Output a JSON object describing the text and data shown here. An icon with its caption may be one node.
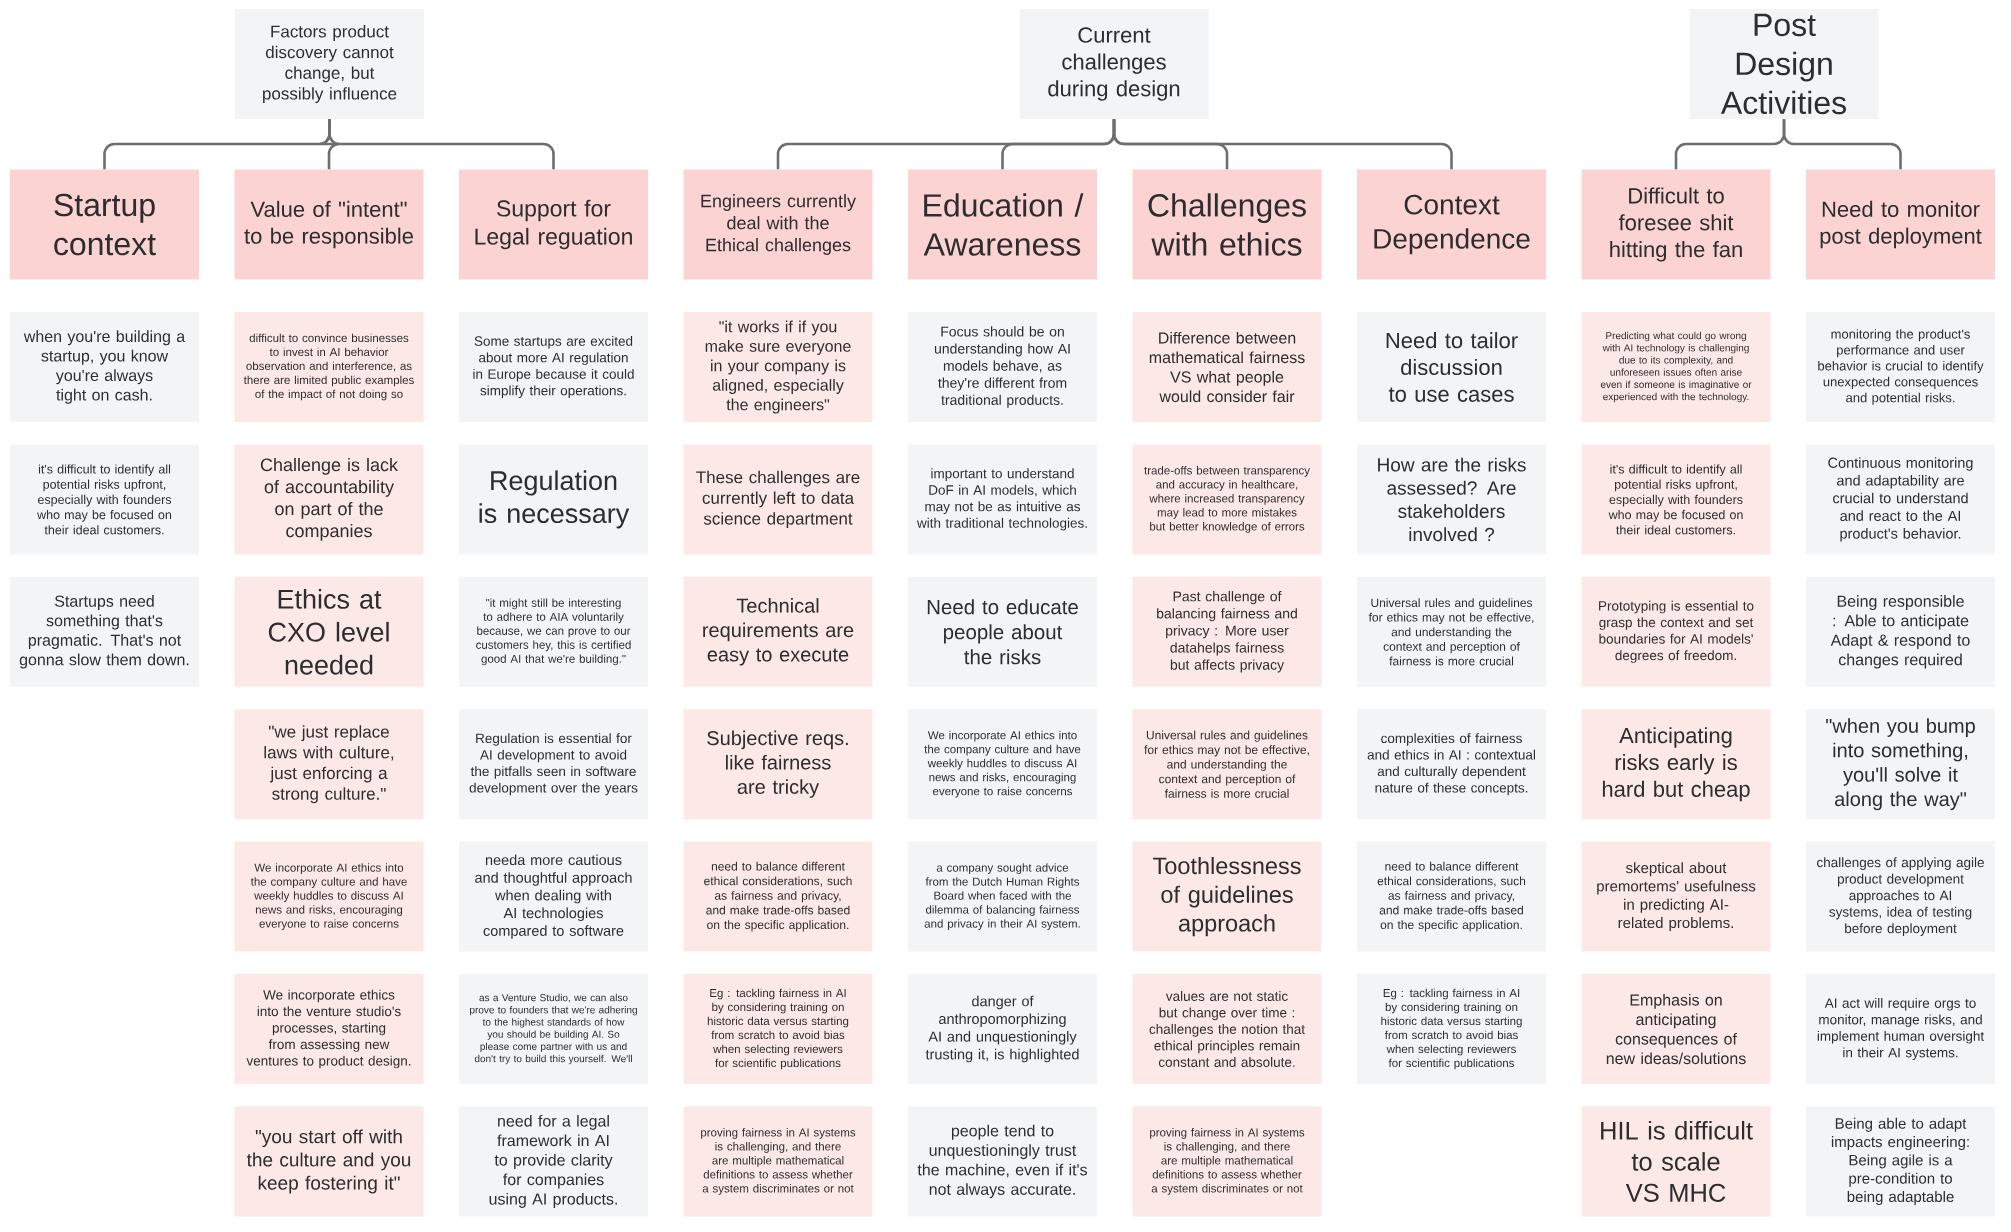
{
  "diagram": {
    "nodes": [
      {
        "text": [
          "Factors product discovery cannot change, but possibly influence"
        ]
      },
      {
        "text": [
          "Current challenges during design"
        ]
      },
      {
        "text": [
          "Post Design Activities"
        ]
      },
      {
        "text": [
          "Startup context"
        ]
      },
      {
        "text": [
          "Value of \"intent\" to be responsible"
        ]
      },
      {
        "text": [
          "Support for Legal reguation"
        ]
      },
      {
        "text": [
          "Engineers currently deal with the Ethical challenges"
        ]
      },
      {
        "text": [
          "Education / Awareness"
        ]
      },
      {
        "text": [
          "Challenges with ethics"
        ]
      },
      {
        "text": [
          "Context Dependence"
        ]
      },
      {
        "text": [
          "Difficult to foresee shit hitting the fan"
        ]
      },
      {
        "text": [
          "Need to monitor post deployment"
        ]
      },
      {
        "text": [
          "when you're building a startup, you know you're always tight on cash."
        ]
      },
      {
        "text": [
          "it's difficult to identify all potential risks upfront, especially with founders who may be focused on their ideal customers."
        ]
      },
      {
        "text": [
          "Startups need something that's pragmatic. That's not gonna slow them down."
        ]
      },
      {
        "text": [
          "difficult to convince businesses to invest in AI behavior observation and interference, as there are limited public examples of the impact of not doing so"
        ]
      },
      {
        "text": [
          "Challenge is lack of accountability on part of the companies"
        ]
      },
      {
        "text": [
          "Ethics at CXO level needed"
        ]
      },
      {
        "text": [
          "\"we just replace laws with culture, just enforcing a strong culture.\""
        ]
      },
      {
        "text": [
          "We incorporate AI ethics into the company culture and have weekly huddles to discuss AI news and risks, encouraging everyone to raise concerns"
        ]
      },
      {
        "text": [
          "We incorporate ethics into the venture studio's processes, starting from assessing new ventures to product design."
        ]
      },
      {
        "text": [
          "\"you start off with the culture and you keep fostering it\""
        ]
      },
      {
        "text": [
          "Some startups are excited about more AI regulation in Europe because it could simplify their operations."
        ]
      },
      {
        "text": [
          "Regulation is necessary"
        ]
      },
      {
        "text": [
          "\"it might still be interesting to adhere to AIA voluntarily because, we can prove to our customers hey, this is certified good AI that we're building.\""
        ]
      },
      {
        "text": [
          "Regulation is essential for AI development to avoid the pitfalls seen in software development over the years"
        ]
      },
      {
        "text": [
          "needa more cautious and thoughtful approach when dealing with AI technologies compared to software"
        ]
      },
      {
        "text": [
          "as a Venture Studio, we can also prove to founders that we're adhering to the highest standards of how you should be building AI. So please come partner with us and don't try to build this yourself. We'll"
        ]
      },
      {
        "text": [
          "need for a legal framework in AI to provide clarity for companies using AI products."
        ]
      },
      {
        "text": [
          "\"it works if if you make sure everyone in your company is aligned, especially the engineers\""
        ]
      },
      {
        "text": [
          "These challenges are currently left to data science department"
        ]
      },
      {
        "text": [
          "Technical requirements are easy to execute"
        ]
      },
      {
        "text": [
          "Subjective reqs. like fairness are tricky"
        ]
      },
      {
        "text": [
          "need to balance different ethical considerations, such as fairness and privacy, and make trade-offs based on the specific application."
        ]
      },
      {
        "text": [
          "Eg : tackling fairness in AI by considering training on historic data versus starting from scratch to avoid bias when selecting reviewers for scientific publications"
        ]
      },
      {
        "text": [
          "proving fairness in AI systems is challenging, and there are multiple mathematical definitions to assess whether a system discriminates or not"
        ]
      },
      {
        "text": [
          "Focus should be on understanding how AI models behave, as they're different from traditional products."
        ]
      },
      {
        "text": [
          "important to understand DoF in AI models, which may not be as intuitive as with traditional technologies."
        ]
      },
      {
        "text": [
          "Need to educate people about the risks"
        ]
      },
      {
        "text": [
          "We incorporate AI ethics into the company culture and have weekly huddles to discuss AI news and risks, encouraging everyone to raise concerns"
        ]
      },
      {
        "text": [
          "a company sought advice from the Dutch Human Rights Board when faced with the dilemma of balancing fairness and privacy in their AI system."
        ]
      },
      {
        "text": [
          "danger of anthropomorphizing AI and unquestioningly trusting it, is highlighted"
        ]
      },
      {
        "text": [
          "people tend to unquestioningly trust the machine, even if it's not always accurate."
        ]
      },
      {
        "text": [
          "Difference between mathematical fairness VS what people would consider fair"
        ]
      },
      {
        "text": [
          "trade-offs between transparency and accuracy in healthcare, where increased transparency may lead to more mistakes but better knowledge of errors"
        ]
      },
      {
        "text": [
          "Past challenge of balancing fairness and privacy : More user datahelps fairness but affects privacy"
        ]
      },
      {
        "text": [
          "Universal rules and guidelines for ethics may not be effective, and understanding the context and perception of fairness is more crucial"
        ]
      },
      {
        "text": [
          "Toothlessness of guidelines approach"
        ]
      },
      {
        "text": [
          "values are not static but change over time : challenges the notion that ethical principles remain constant and absolute."
        ]
      },
      {
        "text": [
          "proving fairness in AI systems is challenging, and there are multiple mathematical definitions to assess whether a system discriminates or not"
        ]
      },
      {
        "text": [
          "Need to tailor discussion to use cases"
        ]
      },
      {
        "text": [
          "How are the risks assessed? Are stakeholders involved ?"
        ]
      },
      {
        "text": [
          "Universal rules and guidelines for ethics may not be effective, and understanding the context and perception of fairness is more crucial"
        ]
      },
      {
        "text": [
          "complexities of fairness and ethics in AI : contextual and culturally dependent nature of these concepts."
        ]
      },
      {
        "text": [
          "need to balance different ethical considerations, such as fairness and privacy, and make trade-offs based on the specific application."
        ]
      },
      {
        "text": [
          "Eg : tackling fairness in AI by considering training on historic data versus starting from scratch to avoid bias when selecting reviewers for scientific publications"
        ]
      },
      {
        "text": [
          "Predicting what could go wrong with AI technology is challenging due to its complexity, and unforeseen issues often arise even if someone is imaginative or experienced with the technology."
        ]
      },
      {
        "text": [
          "it's difficult to identify all potential risks upfront, especially with founders who may be focused on their ideal customers."
        ]
      },
      {
        "text": [
          "Prototyping is essential to grasp the context and set boundaries for AI models' degrees of freedom."
        ]
      },
      {
        "text": [
          "Anticipating risks early is hard but cheap"
        ]
      },
      {
        "text": [
          "skeptical about premortems' usefulness in predicting AI-related problems."
        ]
      },
      {
        "text": [
          "Emphasis on anticipating consequences of new ideas/solutions"
        ]
      },
      {
        "text": [
          "HIL is difficult to scale VS MHC"
        ]
      },
      {
        "text": [
          "monitoring the product's performance and user behavior is crucial to identify unexpected consequences and potential risks."
        ]
      },
      {
        "text": [
          "Continuous monitoring and adaptability are crucial to understand and react to the AI product's behavior."
        ]
      },
      {
        "text": [
          "Being responsible : Able to anticipate Adapt & respond to changes required"
        ]
      },
      {
        "text": [
          "\"when you bump into something, you'll solve it along the way\""
        ]
      },
      {
        "text": [
          "challenges of applying agile product development approaches to AI systems, idea of testing before deployment"
        ]
      },
      {
        "text": [
          "AI act will require orgs to monitor, manage risks, and implement human oversight in their AI systems."
        ]
      },
      {
        "text": [
          "Being able to adapt impacts engineering: Being agile is a pre-condition to being adaptable"
        ]
      }
    ],
    "edges": [
      {
        "from": 0,
        "to": 3,
        "arrow": "none"
      },
      {
        "from": 0,
        "to": 4,
        "arrow": "none"
      },
      {
        "from": 0,
        "to": 5,
        "arrow": "none"
      },
      {
        "from": 1,
        "to": 6,
        "arrow": "none"
      },
      {
        "from": 1,
        "to": 7,
        "arrow": "none"
      },
      {
        "from": 1,
        "to": 8,
        "arrow": "none"
      },
      {
        "from": 1,
        "to": 9,
        "arrow": "none"
      },
      {
        "from": 2,
        "to": 10,
        "arrow": "none"
      },
      {
        "from": 2,
        "to": 11,
        "arrow": "none"
      }
    ]
  }
}
